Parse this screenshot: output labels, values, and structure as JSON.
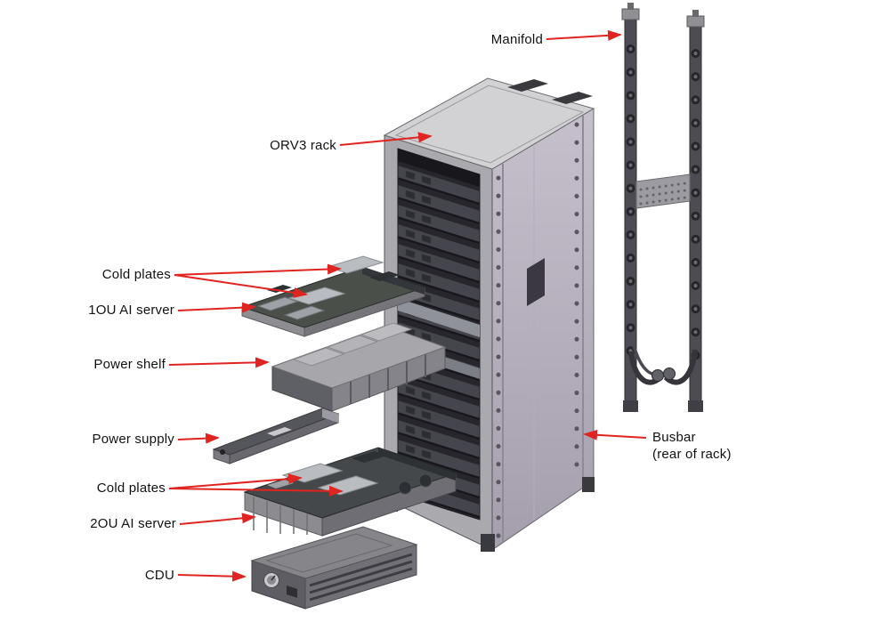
{
  "figure": {
    "type": "exploded-view-diagram",
    "labels": {
      "manifold": "Manifold",
      "orv3_rack": "ORV3 rack",
      "cold_plates_top": "Cold plates",
      "server_1ou": "1OU AI server",
      "power_shelf": "Power shelf",
      "power_supply": "Power supply",
      "cold_plates_bottom": "Cold plates",
      "server_2ou": "2OU AI server",
      "cdu": "CDU",
      "busbar": "Busbar",
      "busbar_note": "(rear of rack)"
    },
    "colors": {
      "arrow": "#e02420",
      "text": "#121212"
    }
  }
}
